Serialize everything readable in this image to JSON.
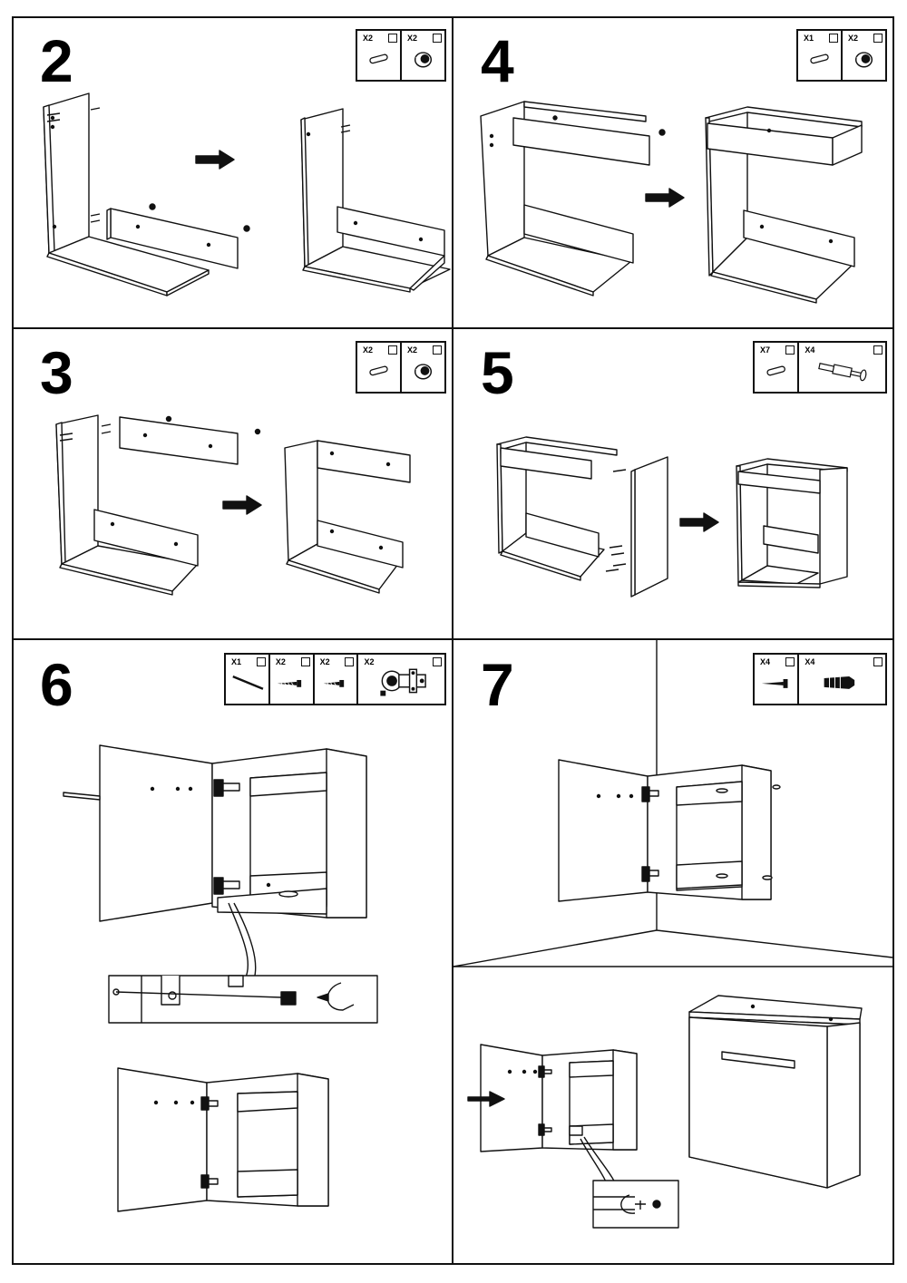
{
  "steps": [
    {
      "number": "2",
      "parts": [
        {
          "qty": "X2",
          "icon": "dowel-icon"
        },
        {
          "qty": "X2",
          "icon": "cam-lock-icon"
        }
      ]
    },
    {
      "number": "4",
      "parts": [
        {
          "qty": "X1",
          "icon": "dowel-icon"
        },
        {
          "qty": "X2",
          "icon": "cam-lock-icon"
        }
      ]
    },
    {
      "number": "3",
      "parts": [
        {
          "qty": "X2",
          "icon": "dowel-icon"
        },
        {
          "qty": "X2",
          "icon": "cam-lock-icon"
        }
      ]
    },
    {
      "number": "5",
      "parts": [
        {
          "qty": "X7",
          "icon": "dowel-icon"
        },
        {
          "qty": "X4",
          "icon": "cam-bolt-icon"
        }
      ]
    },
    {
      "number": "6",
      "parts": [
        {
          "qty": "X1",
          "icon": "rod-icon"
        },
        {
          "qty": "X2",
          "icon": "screw-icon"
        },
        {
          "qty": "X2",
          "icon": "screw-icon"
        },
        {
          "qty": "X2",
          "icon": "hinge-icon"
        }
      ]
    },
    {
      "number": "7",
      "parts": [
        {
          "qty": "X4",
          "icon": "screw-icon"
        },
        {
          "qty": "X4",
          "icon": "wall-plug-icon"
        }
      ]
    }
  ]
}
